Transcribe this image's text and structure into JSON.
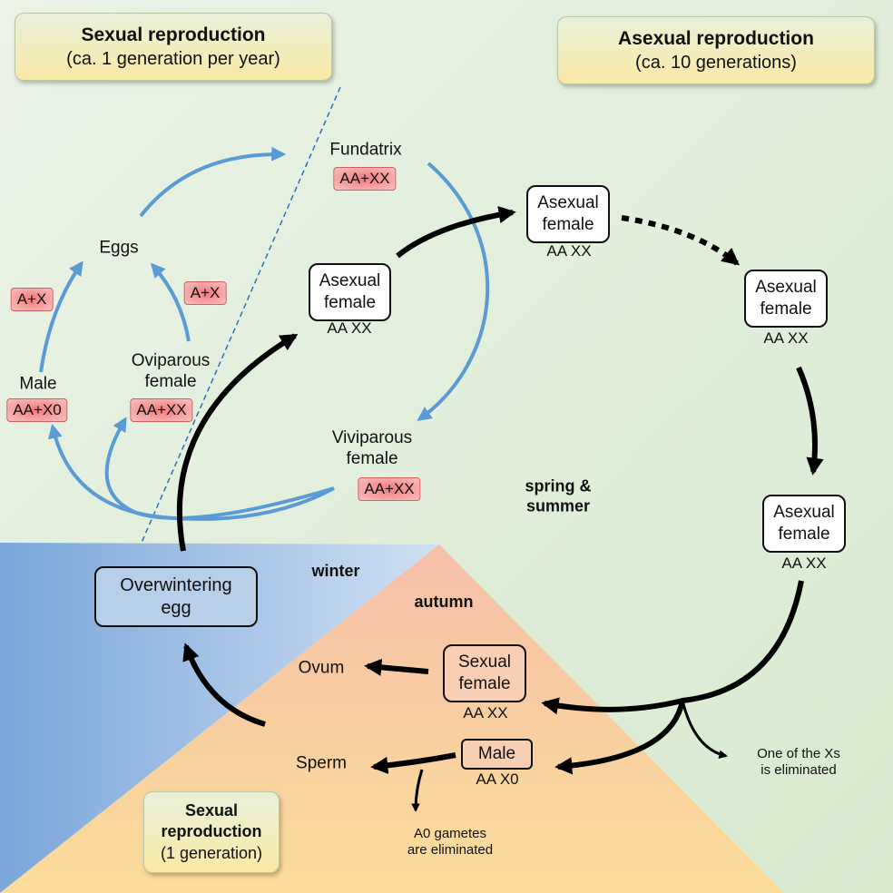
{
  "headers": {
    "sexual_left": {
      "title": "Sexual reproduction",
      "subtitle": "(ca. 1  generation per year)"
    },
    "asexual_right": {
      "title": "Asexual reproduction",
      "subtitle": "(ca. 10  generations)"
    },
    "sexual_bottom": {
      "line1": "Sexual",
      "line2": "reproduction",
      "line3": "(1 generation)"
    }
  },
  "seasons": {
    "winter": "winter",
    "autumn": "autumn",
    "spring_summer_line1": "spring &",
    "spring_summer_line2": "summer"
  },
  "sexual_cycle": {
    "fundatrix": {
      "label": "Fundatrix",
      "karyotype": "AA+XX"
    },
    "eggs": {
      "label": "Eggs"
    },
    "male_gamete": "A+X",
    "female_gamete": "A+X",
    "male": {
      "label": "Male",
      "karyotype": "AA+X0"
    },
    "oviparous_female": {
      "line1": "Oviparous",
      "line2": "female",
      "karyotype": "AA+XX"
    },
    "viviparous_female": {
      "line1": "Viviparous",
      "line2": "female",
      "karyotype": "AA+XX"
    }
  },
  "asexual_cycle": {
    "female_1": {
      "line1": "Asexual",
      "line2": "female",
      "karyotype": "AA XX"
    },
    "female_2": {
      "line1": "Asexual",
      "line2": "female",
      "karyotype": "AA XX"
    },
    "female_3": {
      "line1": "Asexual",
      "line2": "female",
      "karyotype": "AA XX"
    },
    "female_4": {
      "line1": "Asexual",
      "line2": "female",
      "karyotype": "AA XX"
    }
  },
  "autumn_stage": {
    "sexual_female": {
      "line1": "Sexual",
      "line2": "female",
      "karyotype": "AA XX"
    },
    "male": {
      "label": "Male",
      "karyotype": "AA X0"
    },
    "ovum": "Ovum",
    "sperm": "Sperm",
    "x_eliminated": {
      "line1": "One of the Xs",
      "line2": "is eliminated"
    },
    "a0_eliminated": {
      "line1": "A0 gametes",
      "line2": "are eliminated"
    },
    "overwintering_egg": {
      "line1": "Overwintering",
      "line2": "egg"
    }
  },
  "colors": {
    "sexual_arrow": "#5b9bd5",
    "asexual_arrow": "#000000",
    "winter": "#8fb4df",
    "autumn": "#f7c6a8",
    "background": "#e4f0de"
  }
}
